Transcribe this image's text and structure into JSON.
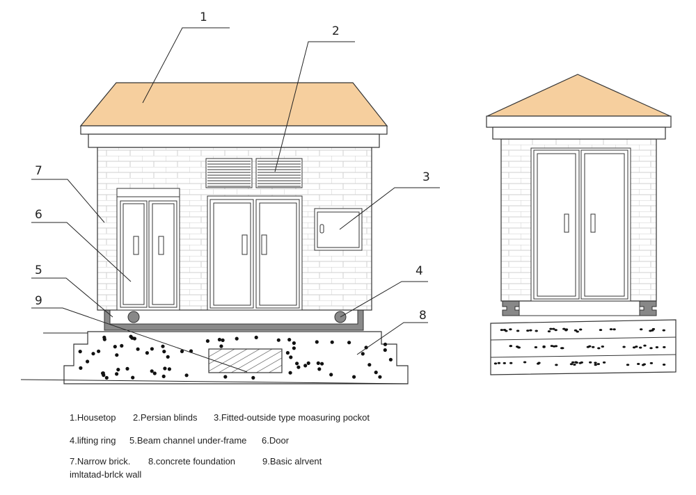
{
  "callouts": [
    "1",
    "2",
    "3",
    "4",
    "5",
    "6",
    "7",
    "8",
    "9"
  ],
  "legend": {
    "row1": [
      "1.Housetop",
      "2.Persian blinds",
      "3.Fitted-outside type moasuring pockot"
    ],
    "row2": [
      "4.lifting ring",
      "5.Beam channel under-frame",
      "6.Door"
    ],
    "row3": [
      "7.Narrow brick.",
      "8.concrete foundation",
      "9.Basic alrvent"
    ],
    "row4": "imltatad-brlck wall"
  },
  "colors": {
    "roof": "#f6cf9e",
    "brick_line": "#cccccc",
    "outline": "#333333",
    "frame": "#888888",
    "hatch": "#444444"
  }
}
